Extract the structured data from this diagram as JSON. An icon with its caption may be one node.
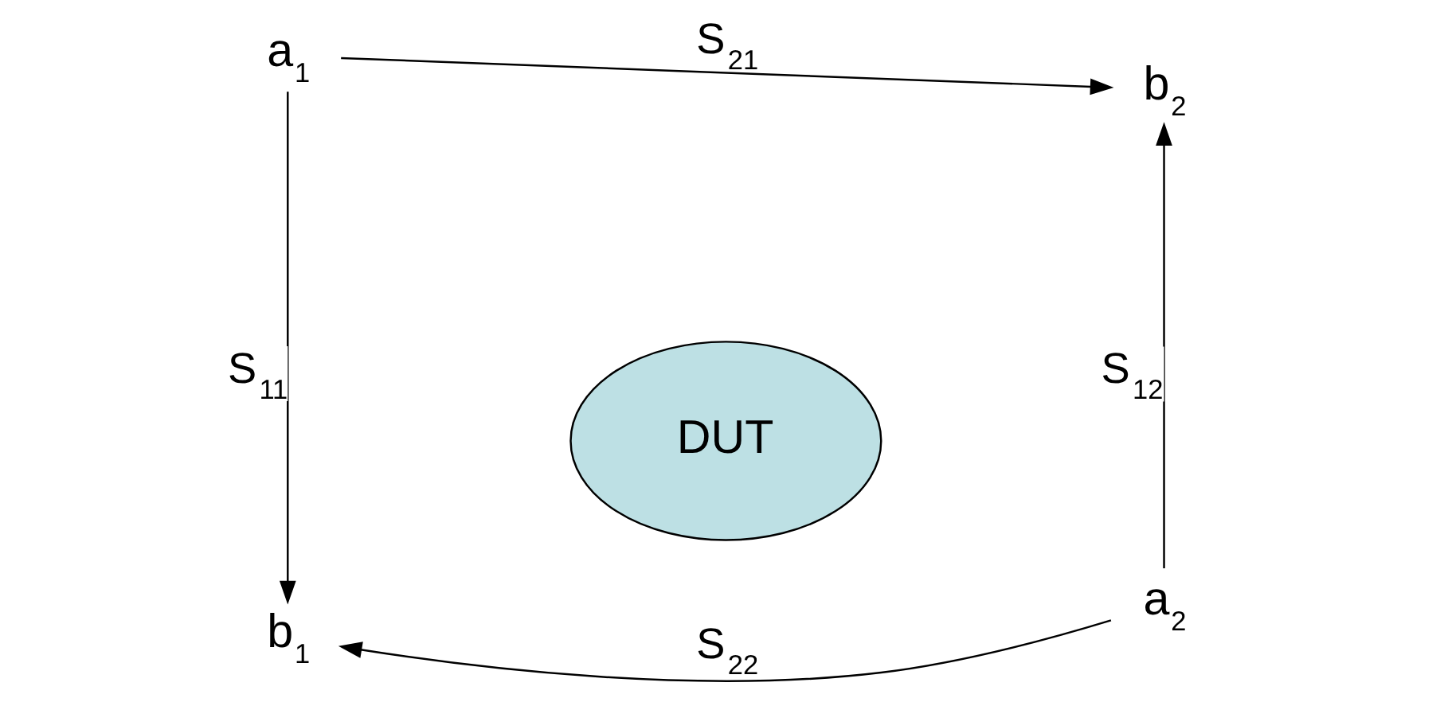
{
  "diagram": {
    "nodes": [
      {
        "text": [
          "a$_{1}$"
        ]
      },
      {
        "text": [
          "b$_{2}$"
        ]
      },
      {
        "text": [
          "DUT"
        ]
      },
      {
        "text": [
          "b$_{1}$"
        ]
      },
      {
        "text": [
          "a$_{2}$"
        ]
      }
    ],
    "edges": [
      {
        "from": 0,
        "to": 1,
        "arrow": "to",
        "label": "S$_{21}$"
      },
      {
        "from": 0,
        "to": 3,
        "arrow": "to",
        "label": "S$_{11}$"
      },
      {
        "from": 4,
        "to": 1,
        "arrow": "to",
        "label": "S$_{12}$"
      },
      {
        "from": 4,
        "to": 3,
        "arrow": "to",
        "label": "S$_{22}$"
      }
    ]
  }
}
